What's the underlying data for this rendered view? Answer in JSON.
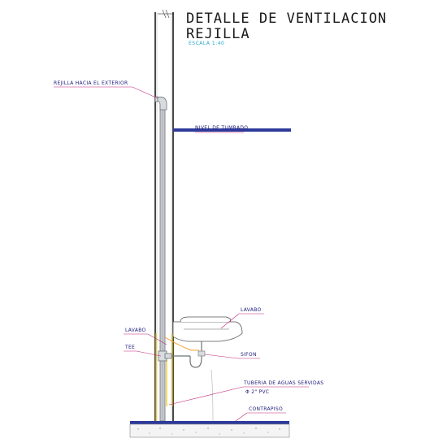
{
  "title": {
    "main": "DETALLE DE VENTILACION",
    "sub": "REJILLA",
    "scale": "ESCALA 1:40"
  },
  "labels": {
    "rejilla": "REJILLA HACIA EL EXTERIOR",
    "nivel": "NIVEL DE TUMBADO",
    "lavabo_right": "LAVABO",
    "lavabo_left": "LAVABO",
    "tee": "TEE",
    "sifon": "SIFON",
    "tuberia": "TUBERIA DE AGUAS SERVIDAS",
    "tuberia_spec": "Φ 2\" PVC",
    "contrapiso": "CONTRAPISO"
  },
  "colors": {
    "wall": "#1a1a1a",
    "pipe": "#9aa0a6",
    "slab": "#2d3a9a",
    "leader": "#c0257a",
    "yellow": "#e8c81e",
    "orange": "#f0a030",
    "scale": "#22a7c9"
  }
}
